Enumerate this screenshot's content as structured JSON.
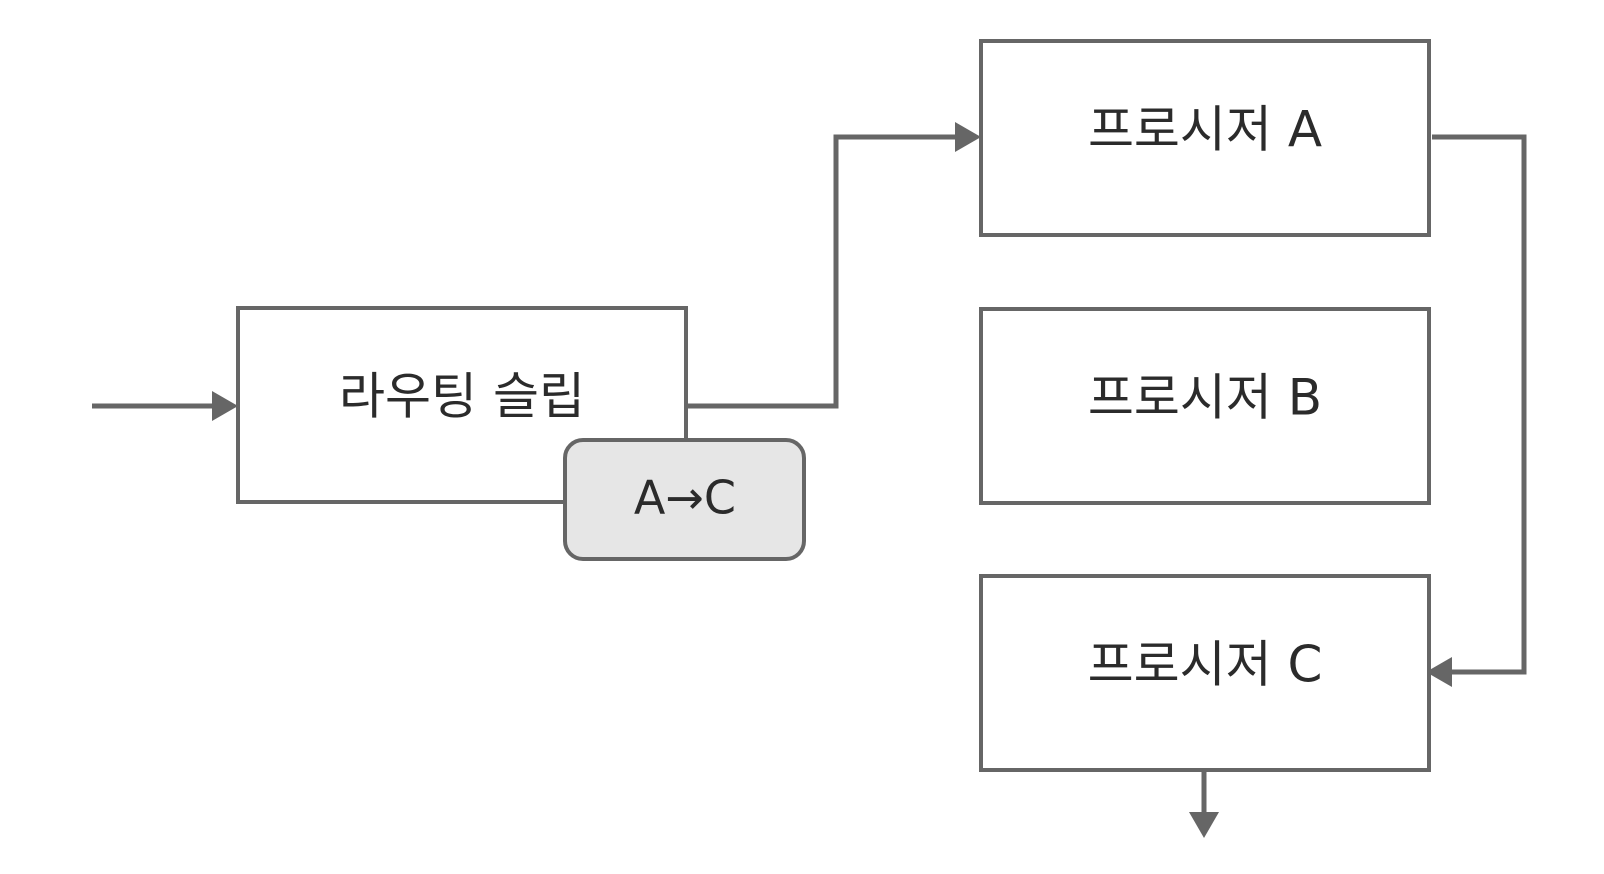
{
  "colors": {
    "line": "#666666",
    "box_fill": "#ffffff",
    "slip_fill": "#e6e6e6",
    "text": "#2b2b2b"
  },
  "nodes": {
    "routing_slip": {
      "label": "라우팅 슬립"
    },
    "slip_tag": {
      "label": "A→C"
    },
    "procedure_a": {
      "label": "프로시저 A"
    },
    "procedure_b": {
      "label": "프로시저 B"
    },
    "procedure_c": {
      "label": "프로시저 C"
    }
  }
}
